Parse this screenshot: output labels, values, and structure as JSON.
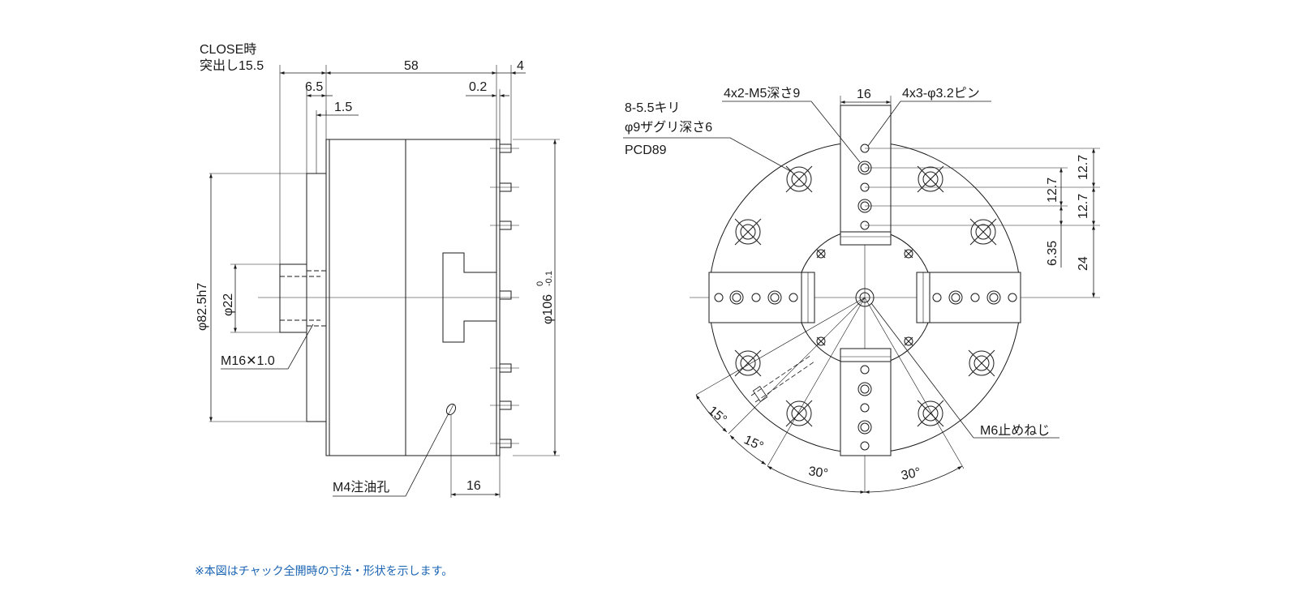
{
  "side_view": {
    "close_label_line1": "CLOSE時",
    "close_label_line2": "突出し15.5",
    "dim_58": "58",
    "dim_4": "4",
    "dim_6_5": "6.5",
    "dim_0_2": "0.2",
    "dim_1_5": "1.5",
    "dia_82_5": "φ82.5h7",
    "dia_22": "φ22",
    "dia_106": "φ106",
    "tol_upper": "0",
    "tol_lower": "-0.1",
    "thread_label": "M16✕1.0",
    "oil_hole_label": "M4注油孔",
    "dim_16": "16"
  },
  "front_view": {
    "tap_label": "4x2-M5深さ9",
    "dim_16_top": "16",
    "pin_label": "4x3-φ3.2ピン",
    "bolt_label_line1": "8-5.5キリ",
    "bolt_label_line2": "φ9ザグリ深さ6",
    "pcd_label": "PCD89",
    "dim_12_7_outer": "12.7",
    "dim_12_7_inner_a": "12.7",
    "dim_12_7_inner_b": "12.7",
    "dim_6_35": "6.35",
    "dim_24": "24",
    "angle_15_a": "15°",
    "angle_15_b": "15°",
    "angle_30_a": "30°",
    "angle_30_b": "30°",
    "setscrew_label": "M6止めねじ"
  },
  "footer_note": "※本図はチャック全開時の寸法・形状を示します。",
  "colors": {
    "line": "#1a1a1a",
    "note": "#1a64b4"
  }
}
